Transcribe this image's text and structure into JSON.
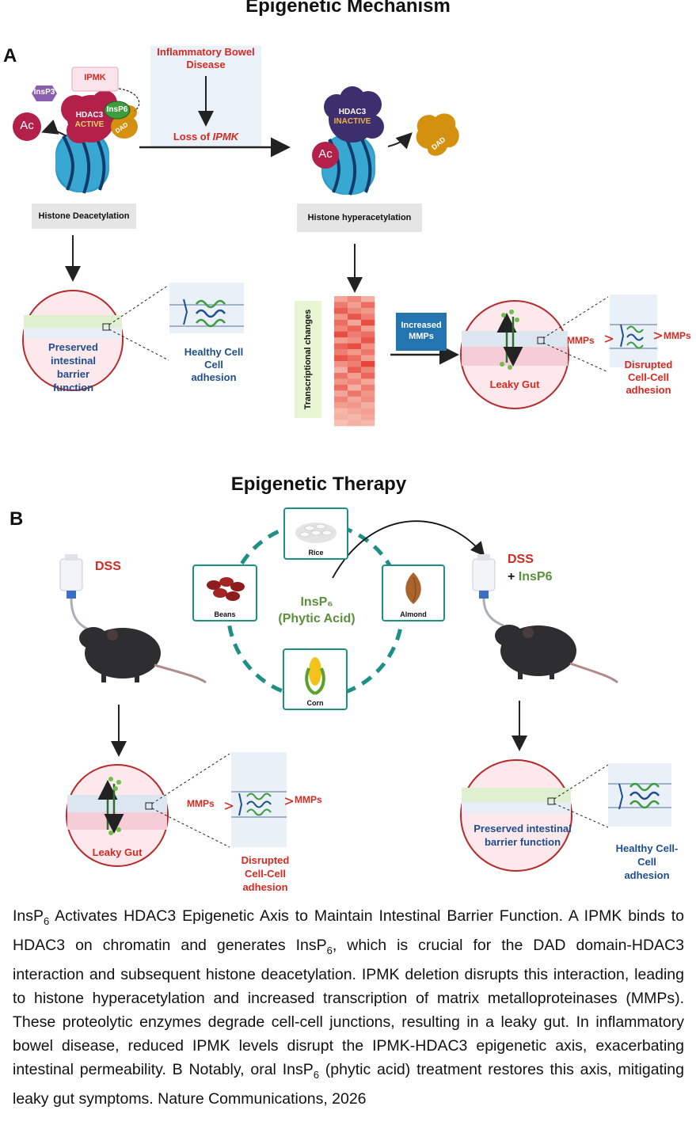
{
  "panel_a": {
    "title": "Epigenetic Mechanism",
    "letter": "A",
    "ibd_label": "Inflammatory Bowel Disease",
    "loss_prefix": "Loss of ",
    "loss_gene": "IPMK",
    "ipmk_tag": "IPMK",
    "insp3_tag": "InsP3",
    "insp6_tag": "InsP6",
    "hdac3_active_name": "HDAC3",
    "hdac3_active_state": "ACTIVE",
    "dad_tag": "DAD",
    "ac_tag": "Ac",
    "hdac3_inactive_name": "HDAC3",
    "hdac3_inactive_state": "INACTIVE",
    "histone_deacetylation": "Histone Deacetylation",
    "histone_hyperacetylation": "Histone hyperacetylation",
    "preserved_barrier": "Preserved intestinal barrier function",
    "healthy_adhesion": "Healthy Cell Cell adhesion",
    "transcriptional_changes": "Transcriptional changes",
    "increased_mmps": "Increased MMPs",
    "leaky_gut": "Leaky Gut",
    "mmps_left": "MMPs",
    "mmps_right": "MMPs",
    "disrupted_adhesion": "Disrupted Cell-Cell adhesion"
  },
  "panel_b": {
    "title": "Epigenetic Therapy",
    "letter": "B",
    "dss_left": "DSS",
    "dss_right": "DSS",
    "plus_insp6_plus": "+ ",
    "plus_insp6": "InsP6",
    "center_line1": "InsP₆",
    "center_line2": "(Phytic Acid)",
    "foods": [
      "Rice",
      "Beans",
      "Almond",
      "Corn"
    ],
    "leaky_gut": "Leaky Gut",
    "mmps_left": "MMPs",
    "mmps_right": "MMPs",
    "disrupted_adhesion": "Disrupted Cell-Cell adhesion",
    "preserved_barrier": "Preserved intestinal barrier function",
    "healthy_adhesion": "Healthy Cell-Cell adhesion"
  },
  "caption": {
    "p1": "InsP",
    "p1_sub": "6",
    "p2": " Activates HDAC3 Epigenetic Axis to Maintain Intestinal Barrier Function. A IPMK binds to HDAC3 on chromatin and generates InsP",
    "p2_sub": "6",
    "p3": ", which is crucial for the DAD domain-HDAC3 interaction and subsequent histone deacetylation. IPMK deletion disrupts this interaction, leading to histone hyperacetylation and increased transcription of matrix metalloproteinases (MMPs). These proteolytic enzymes degrade cell-cell junctions, resulting in a leaky gut. In inflammatory bowel disease, reduced IPMK levels disrupt the IPMK-HDAC3 epigenetic axis, exacerbating intestinal permeability. B Notably, oral InsP",
    "p3_sub": "6",
    "p4": " (phytic acid) treatment restores this axis, mitigating leaky gut symptoms. Nature Communications, 2026"
  },
  "colors": {
    "red": "#d42a22",
    "blue": "#1f4e8c",
    "green": "#5a8f3c",
    "teal": "#1f8f86",
    "hdac3_active": "#b3204a",
    "hdac3_inactive": "#3b2f6e",
    "dad": "#d4900f"
  },
  "heatmap_values": [
    [
      0.35,
      0.55,
      0.3
    ],
    [
      0.62,
      0.4,
      0.7
    ],
    [
      0.8,
      0.55,
      0.45
    ],
    [
      0.45,
      0.85,
      0.6
    ],
    [
      0.7,
      0.35,
      0.9
    ],
    [
      0.55,
      0.75,
      0.4
    ],
    [
      0.9,
      0.6,
      0.7
    ],
    [
      0.4,
      0.5,
      0.85
    ],
    [
      0.75,
      0.9,
      0.5
    ],
    [
      0.6,
      0.45,
      0.65
    ],
    [
      0.85,
      0.7,
      0.4
    ],
    [
      0.5,
      0.6,
      0.95
    ],
    [
      0.3,
      0.8,
      0.55
    ],
    [
      0.65,
      0.4,
      0.75
    ],
    [
      0.45,
      0.55,
      0.35
    ],
    [
      0.7,
      0.3,
      0.6
    ],
    [
      0.35,
      0.65,
      0.45
    ],
    [
      0.55,
      0.35,
      0.5
    ],
    [
      0.4,
      0.45,
      0.3
    ],
    [
      0.25,
      0.35,
      0.4
    ],
    [
      0.3,
      0.25,
      0.35
    ],
    [
      0.2,
      0.3,
      0.25
    ]
  ]
}
